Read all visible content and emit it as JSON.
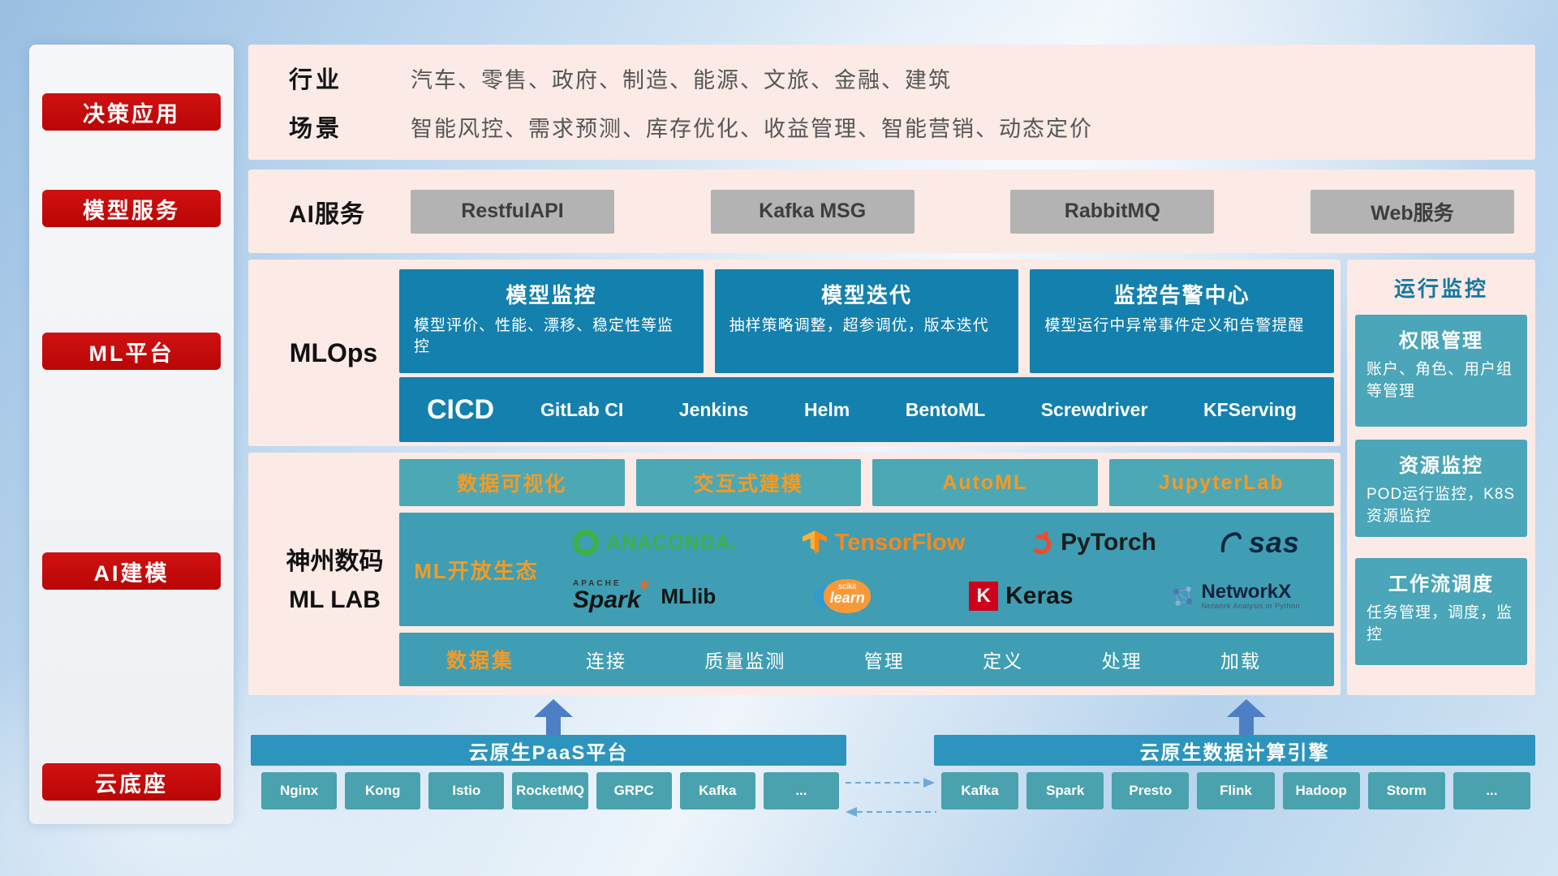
{
  "colors": {
    "red": "#c40a0a",
    "pink_panel": "#fbeae6",
    "teal_dark": "#1480ae",
    "teal_mid": "#3f9eb3",
    "teal_light": "#4da8b6",
    "orange_accent": "#f59a23",
    "bottom_bar_teal": "#2d95bd",
    "gray_button": "#b3b3b3",
    "arrow_blue": "#4c7fc4"
  },
  "sidebar": {
    "items": [
      {
        "label": "决策应用"
      },
      {
        "label": "模型服务"
      },
      {
        "label": "ML平台"
      },
      {
        "label": "AI建模"
      },
      {
        "label": "云底座"
      }
    ]
  },
  "industry": {
    "row1_label": "行业",
    "row1_text": "汽车、零售、政府、制造、能源、文旅、金融、建筑",
    "row2_label": "场景",
    "row2_text": "智能风控、需求预测、库存优化、收益管理、智能营销、动态定价"
  },
  "ai_service": {
    "label": "AI服务",
    "buttons": [
      "RestfulAPI",
      "Kafka MSG",
      "RabbitMQ",
      "Web服务"
    ]
  },
  "mlops": {
    "label": "MLOps",
    "cards": [
      {
        "title": "模型监控",
        "desc": "模型评价、性能、漂移、稳定性等监控"
      },
      {
        "title": "模型迭代",
        "desc": "抽样策略调整，超参调优，版本迭代"
      },
      {
        "title": "监控告警中心",
        "desc": "模型运行中异常事件定义和告警提醒"
      }
    ],
    "cicd_label": "CICD",
    "cicd_tools": [
      "GitLab CI",
      "Jenkins",
      "Helm",
      "BentoML",
      "Screwdriver",
      "KFServing"
    ]
  },
  "monitoring": {
    "title": "运行监控",
    "cards": [
      {
        "title": "权限管理",
        "desc": "账户、角色、用户组等管理"
      },
      {
        "title": "资源监控",
        "desc": "POD运行监控，K8S资源监控"
      },
      {
        "title": "工作流调度",
        "desc": "任务管理，调度，监控"
      }
    ]
  },
  "mllab": {
    "label_line1": "神州数码",
    "label_line2": "ML LAB",
    "top_buttons": [
      "数据可视化",
      "交互式建模",
      "AutoML",
      "JupyterLab"
    ],
    "eco_label": "ML开放生态",
    "logos": {
      "anaconda": "ANACONDA.",
      "tensorflow": "TensorFlow",
      "pytorch": "PyTorch",
      "sas": "sas",
      "apache": "APACHE",
      "spark": "Spark",
      "spark_star": "✶",
      "mllib": "MLlib",
      "scikit": "scikit",
      "learn": "learn",
      "keras_k": "K",
      "keras": "Keras",
      "networkx": "NetworkX",
      "networkx_sub": "Network Analysis in Python"
    },
    "dataset_label": "数据集",
    "dataset_items": [
      "连接",
      "质量监测",
      "管理",
      "定义",
      "处理",
      "加载"
    ]
  },
  "bottom": {
    "paas_title": "云原生PaaS平台",
    "paas_items": [
      "Nginx",
      "Kong",
      "Istio",
      "RocketMQ",
      "GRPC",
      "Kafka",
      "..."
    ],
    "engine_title": "云原生数据计算引擎",
    "engine_items": [
      "Kafka",
      "Spark",
      "Presto",
      "Flink",
      "Hadoop",
      "Storm",
      "..."
    ]
  }
}
